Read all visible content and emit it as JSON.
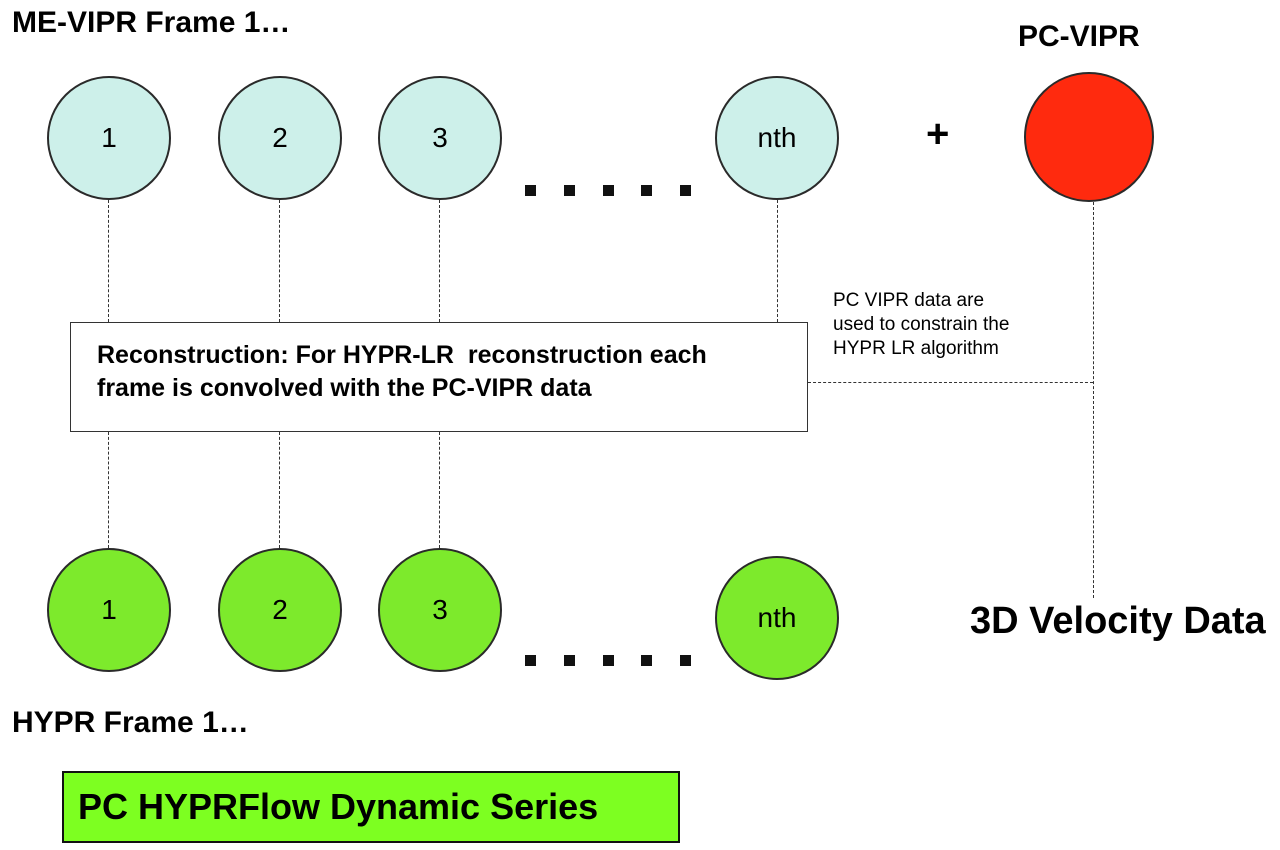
{
  "headings": {
    "me_vipr": "ME-VIPR Frame 1…",
    "pc_vipr": "PC-VIPR",
    "hypr": "HYPR Frame 1…",
    "velocity": "3D Velocity Data"
  },
  "top_frames": [
    "1",
    "2",
    "3",
    "nth"
  ],
  "bottom_frames": [
    "1",
    "2",
    "3",
    "nth"
  ],
  "plus_sign": "+",
  "reconstruction": {
    "line1": "Reconstruction: For HYPR-LR  reconstruction each",
    "line2": "frame is convolved with the PC-VIPR data"
  },
  "note": {
    "line1": "PC VIPR data are",
    "line2": "used to constrain the",
    "line3": "HYPR LR algorithm"
  },
  "series_label": "PC HYPRFlow Dynamic Series",
  "colors": {
    "me_vipr_circle": "#cdf0ea",
    "hypr_circle": "#7dea2c",
    "pc_vipr_circle": "#ff2a0e",
    "series_box": "#7dff21"
  }
}
